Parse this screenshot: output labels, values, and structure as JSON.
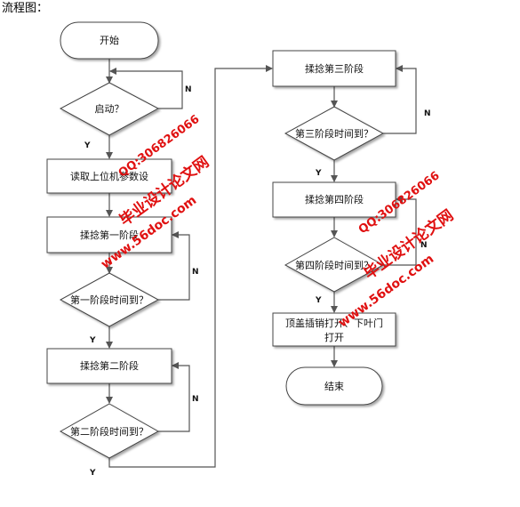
{
  "header": {
    "title": "流程图："
  },
  "nodes": {
    "start": "开始",
    "startup": "启动？",
    "read_params": "读取上位机参数设",
    "stage1": "揉捻第一阶段",
    "stage1_check": "第一阶段时间到？",
    "stage2": "揉捻第二阶段",
    "stage2_check": "第二阶段时间到？",
    "stage3": "揉捻第三阶段",
    "stage3_check": "第三阶段时间到？",
    "stage4": "揉捻第四阶段",
    "stage4_check": "第四阶段时间到？",
    "release_line1": "顶盖插销打开、下叶门",
    "release_line2": "打开",
    "end": "结束"
  },
  "branches": {
    "yes": "Y",
    "no": "N"
  },
  "watermarks": {
    "site": "www.56doc.com",
    "name": "毕业设计论文网",
    "qq": "QQ:306826066"
  }
}
